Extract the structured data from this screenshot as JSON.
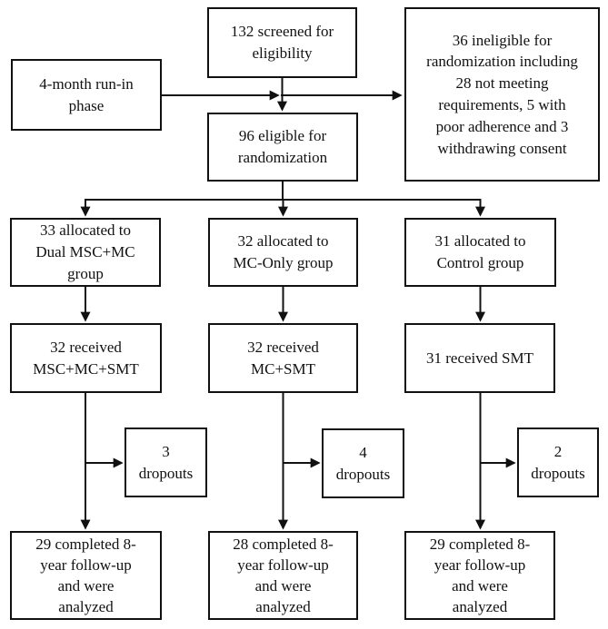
{
  "figure": {
    "type": "consort-flow-diagram",
    "colors": {
      "line": "#111111",
      "box_border": "#111111",
      "box_background": "#ffffff",
      "text": "#111111",
      "page_background": "#ffffff"
    },
    "nodes": {
      "screened": "132 screened for\neligibility",
      "ineligible": "36 ineligible for\nrandomization including\n28 not meeting\nrequirements, 5 with\npoor adherence and 3\nwithdrawing consent",
      "run_in": "4-month run-in\nphase",
      "eligible": "96 eligible for\nrandomization",
      "allocated_dual": "33 allocated to\nDual MSC+MC\ngroup",
      "allocated_mc_only": "32 allocated to\nMC-Only group",
      "allocated_control": "31 allocated to\nControl group",
      "received_dual": "32 received\nMSC+MC+SMT",
      "received_mc_only": "32 received\nMC+SMT",
      "received_control": "31 received SMT",
      "dropouts_dual": "3\ndropouts",
      "dropouts_mc_only": "4\ndropouts",
      "dropouts_control": "2\ndropouts",
      "completed_dual": "29 completed 8-\nyear follow-up\nand were\nanalyzed",
      "completed_mc_only": "28 completed 8-\nyear follow-up\nand were\nanalyzed",
      "completed_control": "29 completed 8-\nyear follow-up\nand were\nanalyzed"
    }
  }
}
